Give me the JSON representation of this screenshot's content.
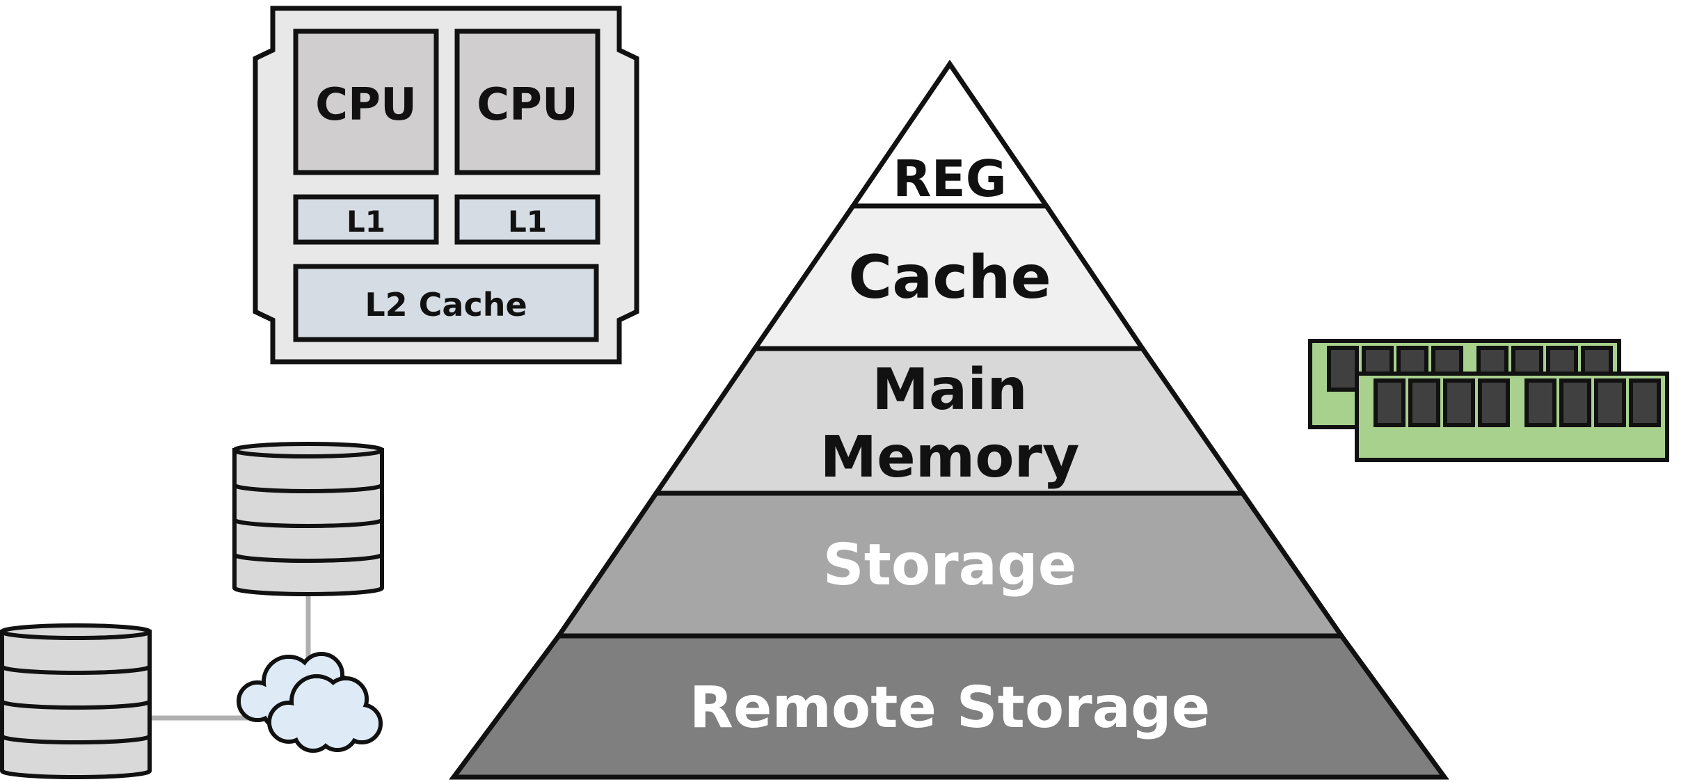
{
  "pyramid": {
    "levels": [
      {
        "label": "REG",
        "fill": "#ffffff",
        "text_color": "#111111"
      },
      {
        "label": "Cache",
        "fill": "#f0f0f0",
        "text_color": "#111111"
      },
      {
        "label_line1": "Main",
        "label_line2": "Memory",
        "fill": "#d8d8d8",
        "text_color": "#111111"
      },
      {
        "label": "Storage",
        "fill": "#a6a6a6",
        "text_color": "#ffffff"
      },
      {
        "label": "Remote Storage",
        "fill": "#7f7f7f",
        "text_color": "#ffffff"
      }
    ]
  },
  "cpu_chip": {
    "cores": [
      {
        "label": "CPU",
        "l1_label": "L1"
      },
      {
        "label": "CPU",
        "l1_label": "L1"
      }
    ],
    "l2_label": "L2 Cache",
    "colors": {
      "package": "#e8e8e8",
      "core": "#d0cece",
      "cache": "#d6dce4"
    }
  },
  "icons": {
    "ram": "ram-modules-icon",
    "database": "database-icon",
    "cloud": "cloud-icon",
    "colors": {
      "ram_pcb": "#a9d18e",
      "ram_chip": "#404040",
      "database": "#d9d9d9",
      "cloud": "#deebf7",
      "link": "#b0b0b0"
    }
  }
}
